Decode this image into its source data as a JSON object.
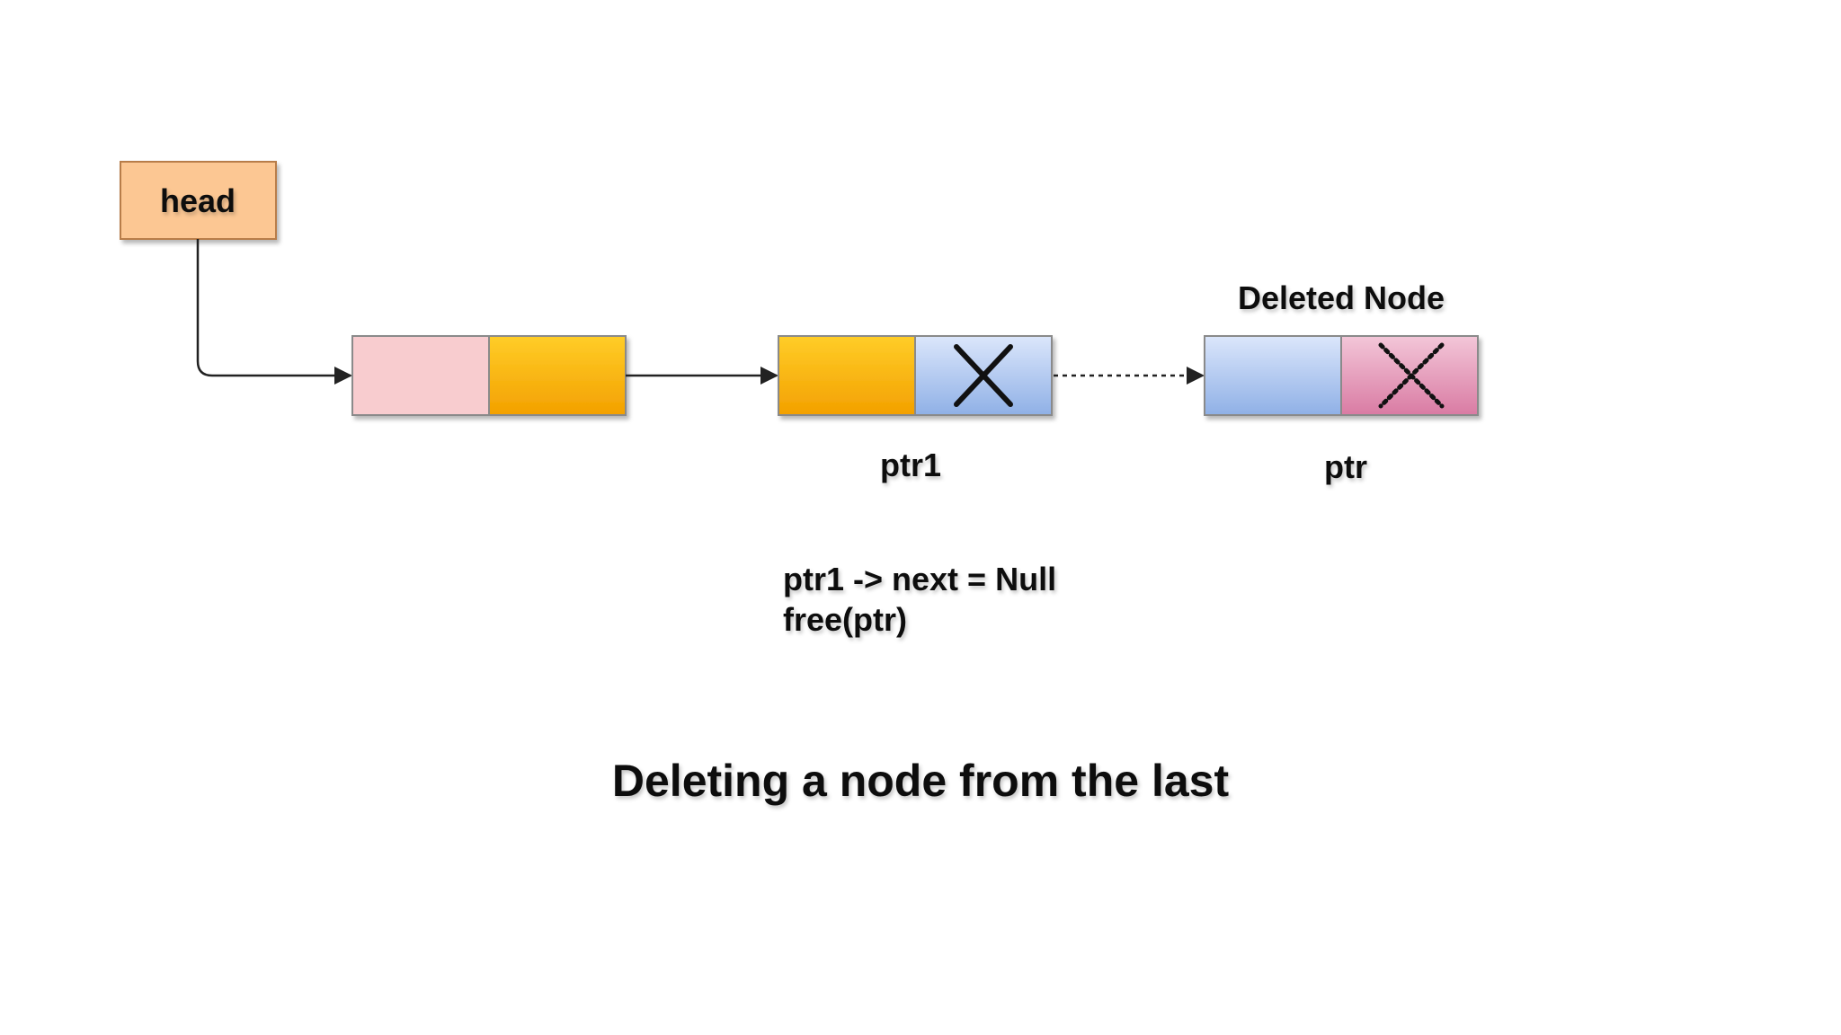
{
  "head_label": "head",
  "deleted_node_label": "Deleted Node",
  "ptr1_label": "ptr1",
  "ptr_label": "ptr",
  "code_lines": [
    "ptr1 -> next = Null",
    "free(ptr)"
  ],
  "caption": "Deleting a node from the last",
  "colors": {
    "head_fill": "#fcc793",
    "head_stroke": "#b87d48",
    "node1_data": "#f8cccf",
    "node_orange_top": "#ffcd28",
    "node_orange_bottom": "#f3a000",
    "node_blue_top": "#dbe6fb",
    "node_blue_bottom": "#8fb0e6",
    "node_pink_top": "#f3c6d8",
    "node_pink_bottom": "#d97ba3",
    "node_stroke": "#8a8a8a",
    "line": "#222222"
  }
}
